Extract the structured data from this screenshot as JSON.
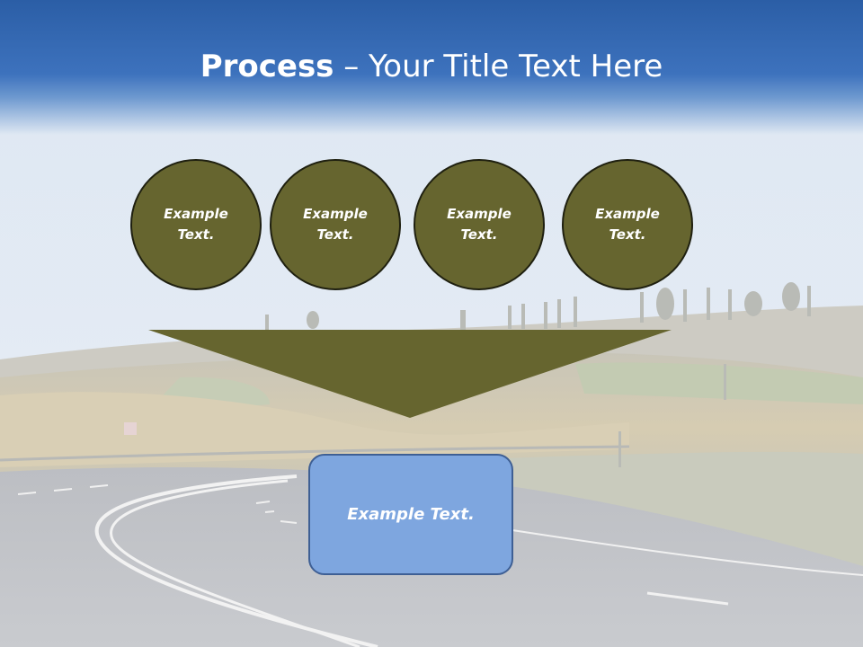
{
  "slide": {
    "title_bold": "Process",
    "title_rest": " – Your Title Text Here"
  },
  "circles": [
    {
      "label": "Example Text."
    },
    {
      "label": "Example Text."
    },
    {
      "label": "Example Text."
    },
    {
      "label": "Example Text."
    }
  ],
  "result_box": {
    "label": "Example Text."
  },
  "colors": {
    "title_bar": "#2b5ea6",
    "circle_fill": "#66652f",
    "funnel_fill": "#66652f",
    "box_fill": "#7ea6df",
    "box_border": "#3e5f94"
  }
}
